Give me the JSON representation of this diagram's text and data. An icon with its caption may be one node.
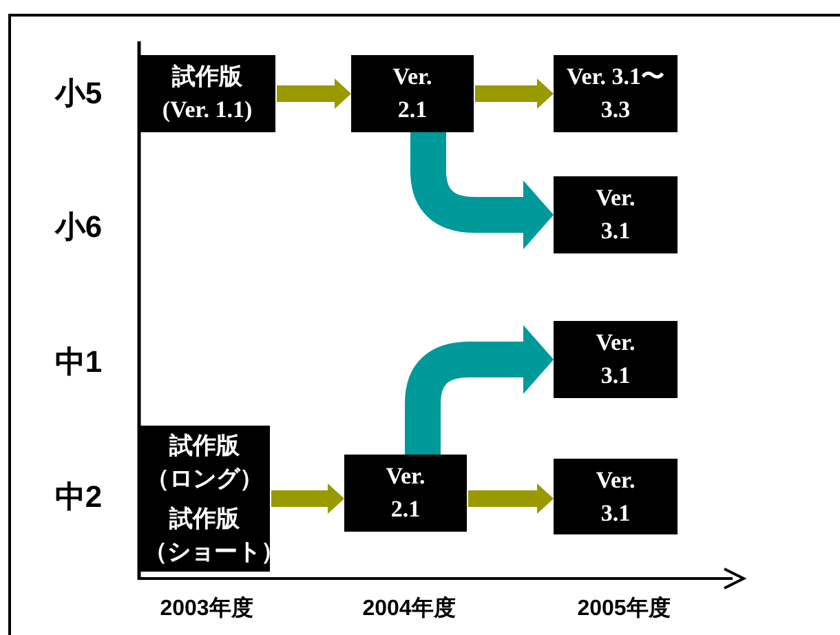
{
  "diagram": {
    "nodes": [
      {
        "text": [
          "試作版 (Ver. 1.1)"
        ]
      },
      {
        "text": [
          "Ver. 2.1"
        ]
      },
      {
        "text": [
          "Ver. 3.1〜3.3"
        ]
      },
      {
        "text": [
          "Ver. 3.1"
        ]
      },
      {
        "text": [
          "Ver. 3.1"
        ]
      },
      {
        "text": [
          "試作版（ロング）"
        ]
      },
      {
        "text": [
          "試作版（ショート）"
        ]
      },
      {
        "text": [
          "Ver. 2.1"
        ]
      },
      {
        "text": [
          "Ver. 3.1"
        ]
      }
    ],
    "edges": [
      {
        "from": 0,
        "to": 1,
        "arrow": "to"
      },
      {
        "from": 1,
        "to": 2,
        "arrow": "to"
      },
      {
        "from": 1,
        "to": 3,
        "arrow": "to",
        "style": "thick",
        "color": "#009999"
      },
      {
        "from": 5,
        "to": 7,
        "arrow": "to"
      },
      {
        "from": 6,
        "to": 7,
        "arrow": "to"
      },
      {
        "from": 7,
        "to": 8,
        "arrow": "to"
      },
      {
        "from": 7,
        "to": 4,
        "arrow": "to",
        "style": "thick",
        "color": "#009999"
      }
    ],
    "labels": [
      "小5",
      "小6",
      "中1",
      "中2",
      "2003年度",
      "2004年度",
      "2005年度"
    ]
  }
}
